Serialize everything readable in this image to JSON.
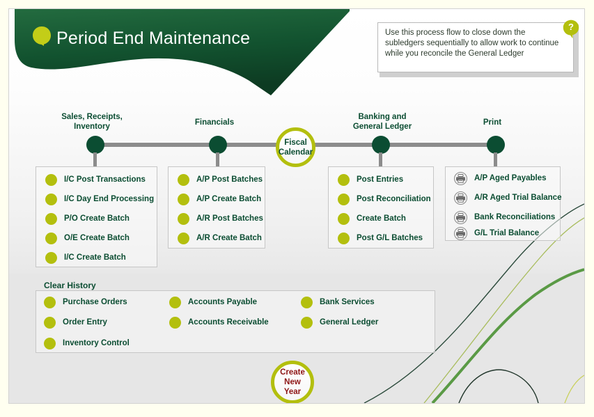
{
  "header": {
    "title": "Period End Maintenance",
    "leaf_icon": "leaf-icon"
  },
  "infobox": {
    "text": "Use this process flow to close down the subledgers sequentially to allow work to continue while you reconcile the General Ledger",
    "help_icon": "help-icon",
    "help_glyph": "?"
  },
  "colors": {
    "banner_green": "#0b5132",
    "dark_green": "#0b4d32",
    "accent_yellow_green": "#b3bf0e",
    "timeline_gray": "#8c8c8c",
    "red_text": "#8d1414",
    "page_background": "#fffff0",
    "panel_background": "#e6e6e6"
  },
  "timeline": {
    "nodes": [
      {
        "label": "Sales, Receipts,\nInventory",
        "name": "timeline-node-sales-receipts-inventory"
      },
      {
        "label": "Financials",
        "name": "timeline-node-financials"
      },
      {
        "label": "Banking and\nGeneral Ledger",
        "name": "timeline-node-banking-general-ledger"
      },
      {
        "label": "Print",
        "name": "timeline-node-print"
      }
    ],
    "fiscal_calendar": "Fiscal\nCalendar"
  },
  "columns": [
    {
      "name": "sales-receipts-inventory",
      "header": "Sales, Receipts,\nInventory",
      "icon_type": "bullet",
      "items": [
        "I/C Post Transactions",
        "I/C Day End Processing",
        "P/O Create Batch",
        "O/E Create Batch",
        "I/C Create Batch"
      ]
    },
    {
      "name": "financials",
      "header": "Financials",
      "icon_type": "bullet",
      "items": [
        "A/P Post Batches",
        "A/P Create Batch",
        "A/R Post Batches",
        "A/R Create Batch"
      ]
    },
    {
      "name": "banking-general-ledger",
      "header": "Banking and\nGeneral Ledger",
      "icon_type": "bullet",
      "items": [
        "Post Entries",
        "Post Reconciliation",
        "Create Batch",
        "Post G/L Batches"
      ]
    },
    {
      "name": "print",
      "header": "Print",
      "icon_type": "printer",
      "items": [
        "A/P Aged Payables",
        "A/R Aged Trial Balance",
        "Bank Reconciliations",
        "G/L Trial Balance"
      ]
    }
  ],
  "clear_history": {
    "title": "Clear History",
    "column1": [
      "Purchase Orders",
      "Order Entry",
      "Inventory Control"
    ],
    "column2": [
      "Accounts Payable",
      "Accounts Receivable"
    ],
    "column3": [
      "Bank Services",
      "General Ledger"
    ]
  },
  "create_new_year": {
    "line1": "Create",
    "line2": "New",
    "line3": "Year"
  }
}
